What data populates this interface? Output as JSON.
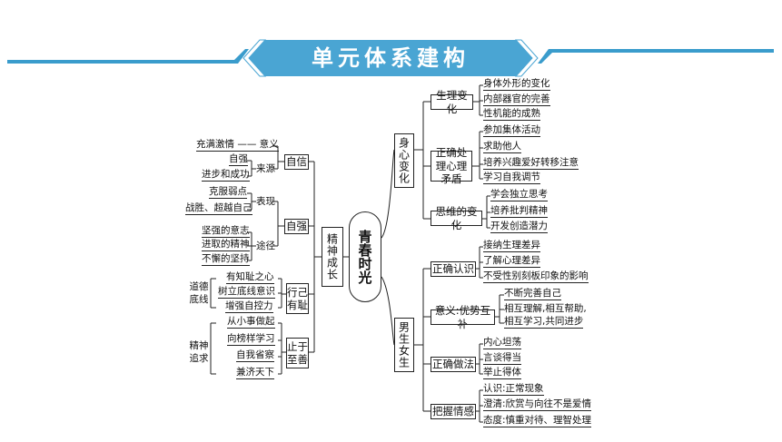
{
  "title": "单元体系建构",
  "center": "青春时光",
  "colors": {
    "banner": "#4aa5d3",
    "stripe": "#3a9ccc"
  },
  "right": {
    "b1": {
      "label": "身心变化",
      "groups": [
        {
          "label": "生理变化",
          "items": [
            "身体外形的变化",
            "内部器官的完善",
            "性机能的成熟"
          ]
        },
        {
          "label": "正确处理心理矛盾",
          "items": [
            "参加集体活动",
            "求助他人",
            "培养兴趣爱好转移注意",
            "学习自我调节"
          ]
        },
        {
          "label": "思维的变化",
          "items": [
            "学会独立思考",
            "培养批判精神",
            "开发创造潜力"
          ]
        }
      ]
    },
    "b2": {
      "label": "男生女生",
      "groups": [
        {
          "label": "正确认识",
          "items": [
            "接纳生理差异",
            "了解心理差异",
            "不受性别刻板印象的影响"
          ]
        },
        {
          "label": "意义:优势互补",
          "items": [
            "不断完善自己",
            "相互理解,相互帮助,",
            "相互学习,共同进步"
          ]
        },
        {
          "label": "正确做法",
          "items": [
            "内心坦荡",
            "言谈得当",
            "举止得体"
          ]
        },
        {
          "label": "把握情感",
          "items": [
            "认识:正常现象",
            "澄清:欣赏与向往不是爱情",
            "态度:慎重对待、理智处理"
          ]
        }
      ]
    }
  },
  "left": {
    "label": "精神成长",
    "zixin": {
      "label": "自信",
      "l1": "充满激情 —— 意义",
      "sub": "来源",
      "l2": "自强",
      "l3": "进步和成功"
    },
    "ziqiang": {
      "label": "自强",
      "sub1": "表现",
      "s1": [
        "克服弱点",
        "战胜、超越自己"
      ],
      "sub2": "途径",
      "s2": [
        "坚强的意志",
        "进取的精神",
        "不懈的坚持"
      ]
    },
    "xingji": {
      "label": "行己有耻",
      "side": "道德底线",
      "items": [
        "有知耻之心",
        "树立底线意识",
        "增强自控力"
      ]
    },
    "zhiyu": {
      "label": "止于至善",
      "side": "精神追求",
      "items": [
        "从小事做起",
        "向榜样学习",
        "自我省察",
        "兼济天下"
      ]
    }
  }
}
